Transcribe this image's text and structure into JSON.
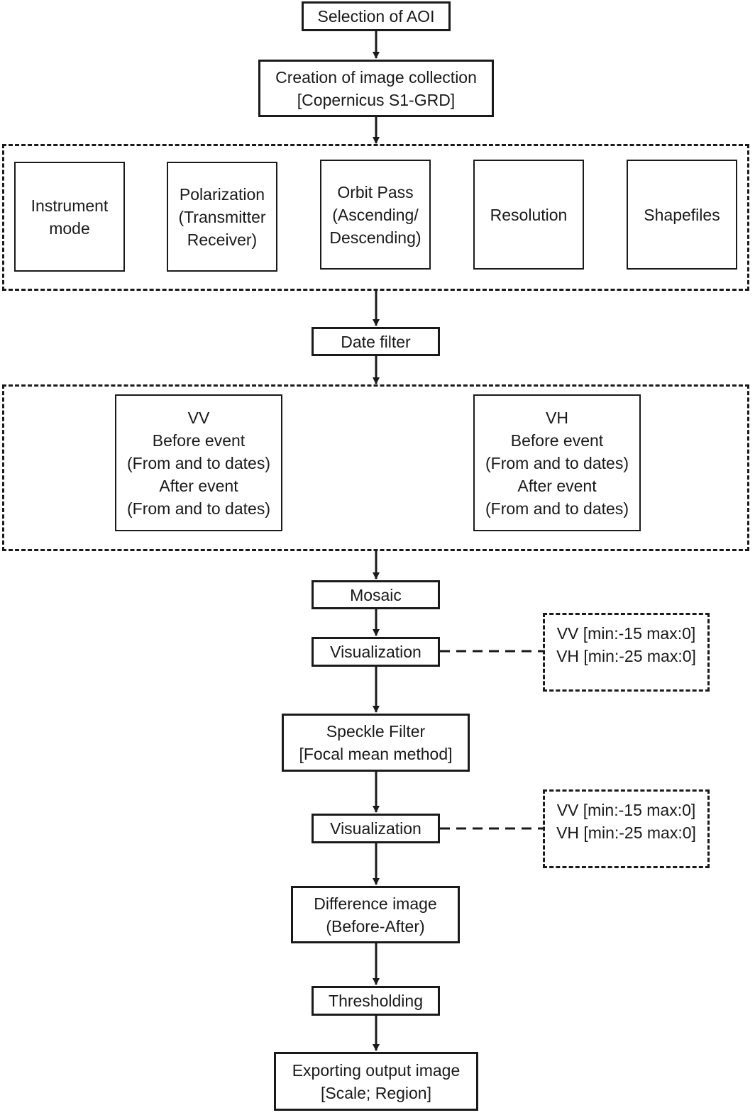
{
  "steps": {
    "aoi": {
      "lines": [
        "Selection of AOI"
      ]
    },
    "collection": {
      "lines": [
        "Creation of image collection",
        "[Copernicus S1-GRD]"
      ]
    },
    "date_filter": {
      "lines": [
        "Date filter"
      ]
    },
    "mosaic": {
      "lines": [
        "Mosaic"
      ]
    },
    "visualization1": {
      "lines": [
        "Visualization"
      ]
    },
    "speckle": {
      "lines": [
        "Speckle Filter",
        "[Focal mean method]"
      ]
    },
    "visualization2": {
      "lines": [
        "Visualization"
      ]
    },
    "difference": {
      "lines": [
        "Difference image",
        "(Before-After)"
      ]
    },
    "thresholding": {
      "lines": [
        "Thresholding"
      ]
    },
    "export": {
      "lines": [
        "Exporting output image",
        "[Scale; Region]"
      ]
    }
  },
  "filters": [
    {
      "lines": [
        "Instrument",
        "mode"
      ]
    },
    {
      "lines": [
        "Polarization",
        "(Transmitter",
        "Receiver)"
      ]
    },
    {
      "lines": [
        "Orbit Pass",
        "(Ascending/",
        "Descending)"
      ]
    },
    {
      "lines": [
        "Resolution"
      ]
    },
    {
      "lines": [
        "Shapefiles"
      ]
    }
  ],
  "polarizations": [
    {
      "lines": [
        "VV",
        "Before event",
        "(From and to dates)",
        "After event",
        "(From and to dates)"
      ]
    },
    {
      "lines": [
        "VH",
        "Before event",
        "(From and to dates)",
        "After event",
        "(From and to dates)"
      ]
    }
  ],
  "notes": {
    "vis1": {
      "lines": [
        "VV [min:-15 max:0]",
        "VH [min:-25 max:0]"
      ]
    },
    "vis2": {
      "lines": [
        "VV [min:-15 max:0]",
        "VH [min:-25 max:0]"
      ]
    }
  }
}
